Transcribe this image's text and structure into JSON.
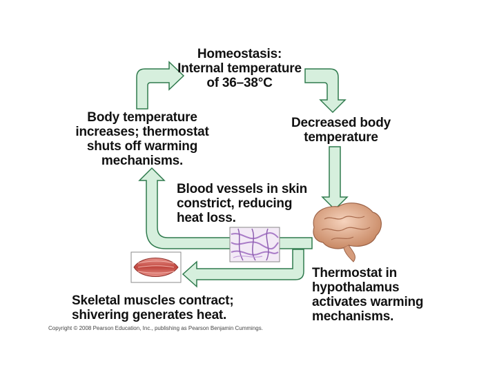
{
  "labels": {
    "homeostasis": "Homeostasis:\nInternal temperature\nof 36–38°C",
    "decreased": "Decreased body\ntemperature",
    "increases": "Body temperature\nincreases; thermostat\nshuts off warming\nmechanisms.",
    "vessels": "Blood vessels in skin\nconstrict, reducing\nheat loss.",
    "thermostat": "Thermostat in\nhypothalamus\nactivates warming\nmechanisms.",
    "muscles": "Skeletal muscles contract;\nshivering generates heat."
  },
  "copyright": "Copyright © 2008 Pearson Education, Inc., publishing as Pearson Benjamin Cummings.",
  "colors": {
    "arrow_fill": "#d6efdd",
    "arrow_stroke": "#2f7a4d",
    "brain": "#e8b79a",
    "muscle": "#c9584f",
    "vessel": "#a97cc7"
  }
}
